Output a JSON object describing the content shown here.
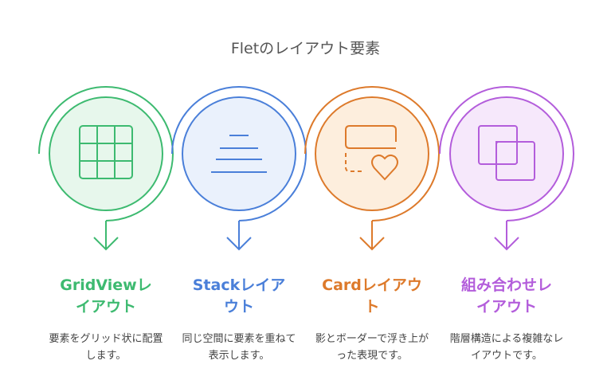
{
  "title": "Fletのレイアウト要素",
  "items": [
    {
      "label": "GridViewレイアウト",
      "description": "要素をグリッド状に配置します。",
      "icon": "grid-icon",
      "color": "#3dba70",
      "fill": "#e7f7ec"
    },
    {
      "label": "Stackレイアウト",
      "description": "同じ空間に要素を重ねて表示します。",
      "icon": "stack-icon",
      "color": "#4a7fd9",
      "fill": "#eaf1fc"
    },
    {
      "label": "Cardレイアウト",
      "description": "影とボーダーで浮き上がった表現です。",
      "icon": "card-heart-icon",
      "color": "#dd7a2b",
      "fill": "#fdeedd"
    },
    {
      "label": "組み合わせレイアウト",
      "description": "階層構造による複雑なレイアウトです。",
      "icon": "layers-icon",
      "color": "#b35ddb",
      "fill": "#f6e8fb"
    }
  ]
}
